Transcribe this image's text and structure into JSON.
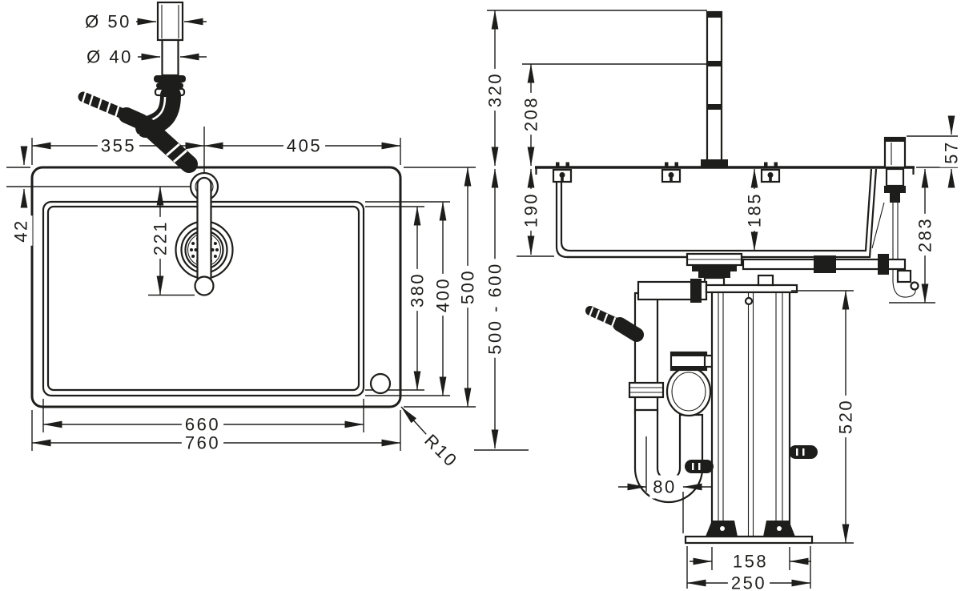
{
  "meta": {
    "background": "#ffffff",
    "line_color": "#1d1d1b",
    "drawing_type": "sink and faucet installation dimensions"
  },
  "top_view": {
    "dims": {
      "pipe_top_diameter": "Ø 50",
      "pipe_diameter": "Ø 40",
      "left_to_tap": "355",
      "tap_to_right": "405",
      "edge_to_tap_axis": "42",
      "tap_to_lever_tip": "221",
      "bowl_inner_depth": "380",
      "bowl_outer_depth": "400",
      "overall_depth": "500",
      "bowl_width": "660",
      "overall_width": "760",
      "corner_radius": "R10"
    }
  },
  "front_view": {
    "dims": {
      "spout_top_height": "320",
      "spout_outlet_height": "208",
      "bowl_depth_left": "190",
      "bowl_depth_inner": "185",
      "handle_above_top": "57",
      "below_top_clearance": "283",
      "counter_height_range": "500 - 600",
      "sbox_height": "520",
      "trap_to_base_offset": "80",
      "base_feet_span": "158",
      "base_plate_width": "250"
    }
  }
}
